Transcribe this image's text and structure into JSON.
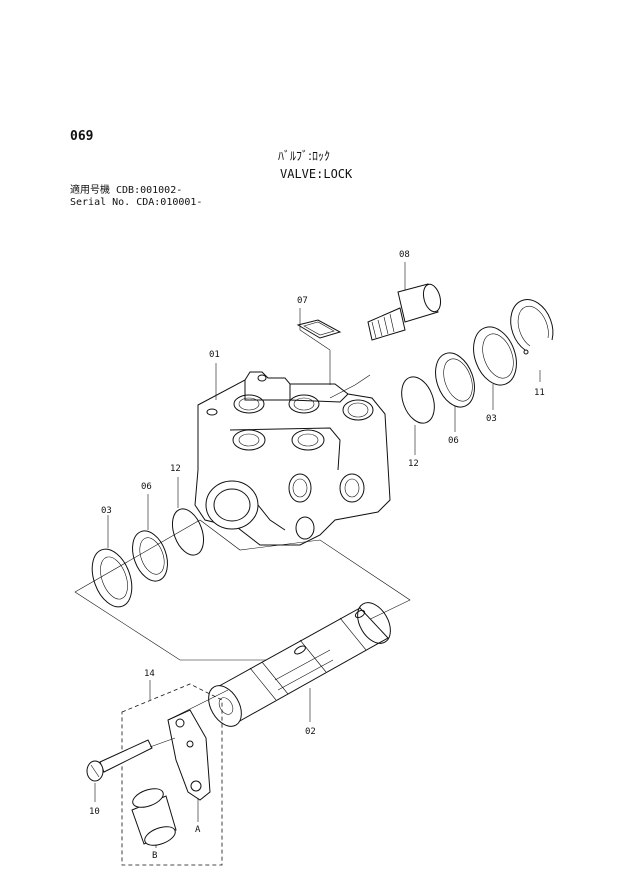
{
  "header": {
    "page_number": "069",
    "title_jp": "ﾊﾞﾙﾌﾞ:ﾛｯｸ",
    "title_en": "VALVE:LOCK",
    "serial_line_1": "適用号機 CDB:001002-",
    "serial_line_2": "Serial No. CDA:010001-"
  },
  "callouts": {
    "c01": "01",
    "c02": "02",
    "c03_left": "03",
    "c03_right": "03",
    "c06_left": "06",
    "c06_right": "06",
    "c07": "07",
    "c08": "08",
    "c10": "10",
    "c11": "11",
    "c12_left": "12",
    "c12_right": "12",
    "c14": "14",
    "cA": "A",
    "cB": "B"
  }
}
